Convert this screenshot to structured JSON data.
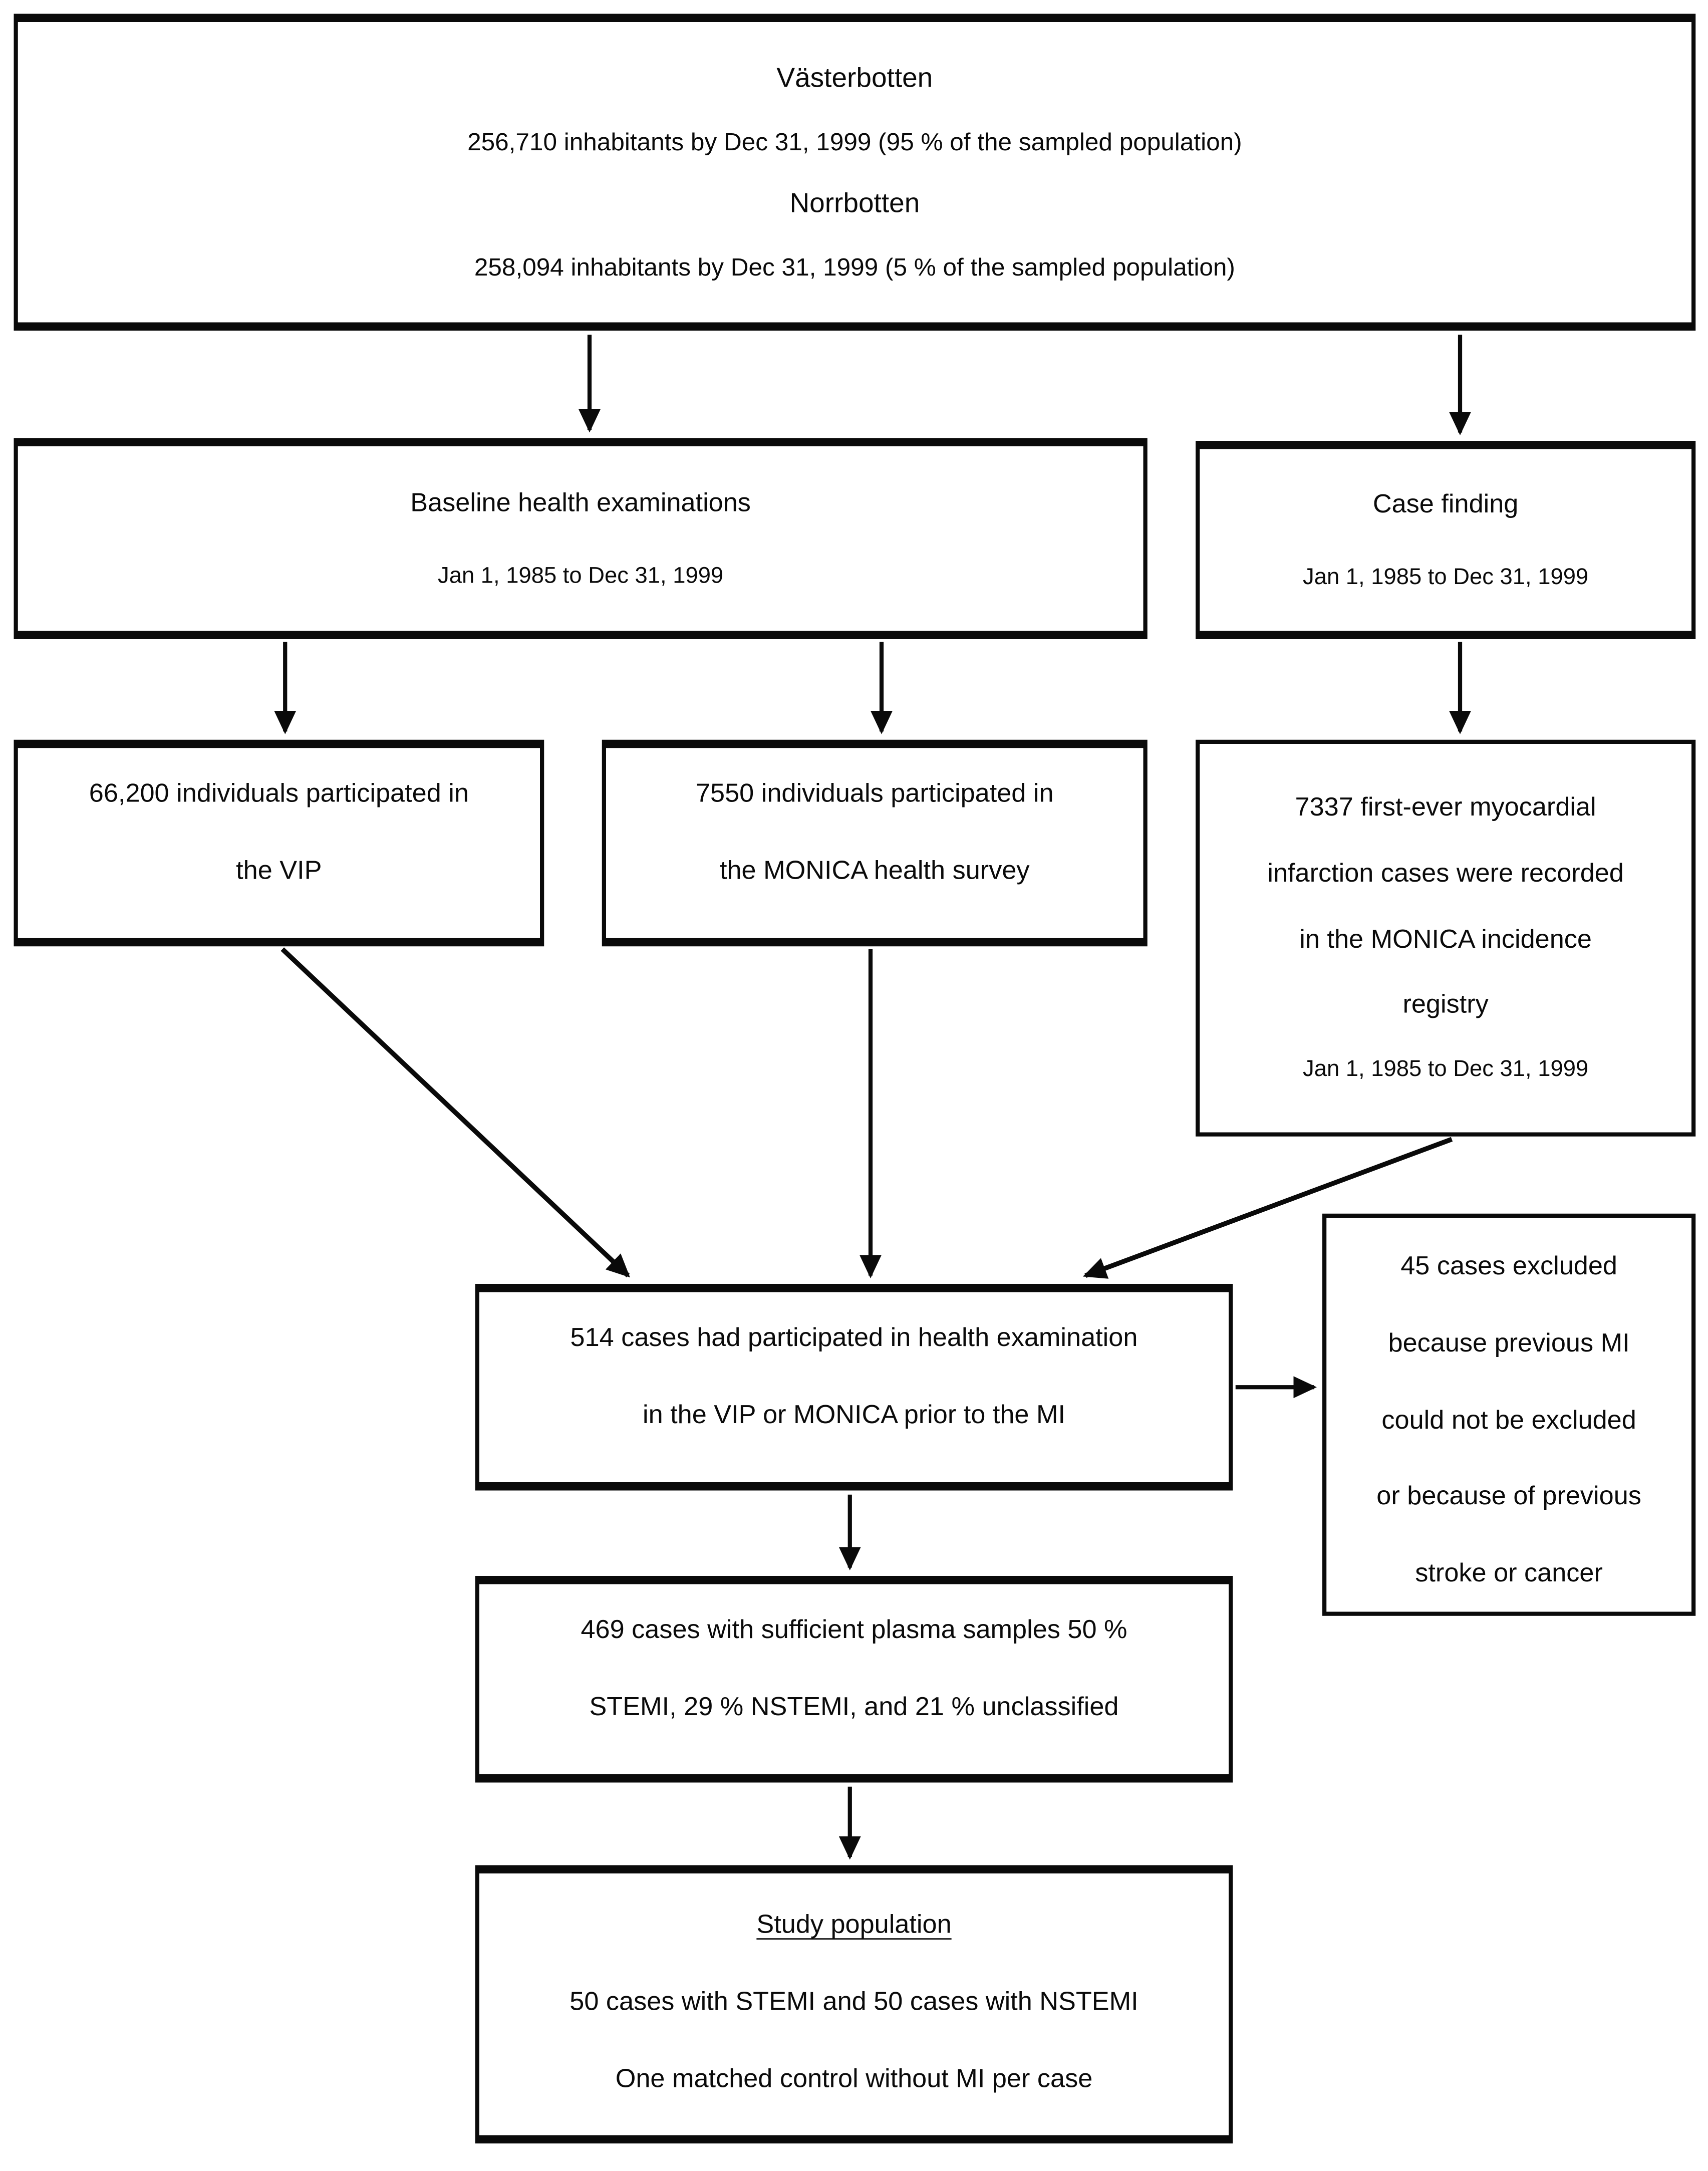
{
  "figure": {
    "background_color": "#ffffff",
    "line_color": "#0a0a0a"
  },
  "boxes": {
    "region": {
      "lines": [
        "Västerbotten",
        "256,710 inhabitants by Dec 31, 1999 (95 % of the sampled population)",
        "Norrbotten",
        "258,094 inhabitants by Dec 31, 1999 (5 % of the sampled population)"
      ]
    },
    "baseline": {
      "lines": [
        "Baseline health examinations",
        "Jan 1, 1985 to Dec 31, 1999"
      ]
    },
    "case_finding": {
      "lines": [
        "Case finding",
        "Jan 1, 1985 to Dec 31, 1999"
      ]
    },
    "vip": {
      "lines": [
        "66,200 individuals participated in",
        "the VIP"
      ]
    },
    "monica": {
      "lines": [
        "7550 individuals participated in",
        "the MONICA health survey"
      ]
    },
    "registry": {
      "lines": [
        "7337 first-ever myocardial",
        "infarction cases were recorded",
        "in the MONICA incidence",
        "registry",
        "Jan 1, 1985 to Dec 31, 1999"
      ]
    },
    "participated": {
      "lines": [
        "514 cases had participated in health examination",
        "in the VIP or MONICA prior to the MI"
      ]
    },
    "excluded": {
      "lines": [
        "45 cases excluded",
        "because previous MI",
        "could not be excluded",
        "or because of previous",
        "stroke or cancer"
      ]
    },
    "plasma": {
      "lines": [
        "469 cases with sufficient plasma samples 50 %",
        "STEMI, 29 % NSTEMI, and 21 % unclassified"
      ]
    },
    "study": {
      "title": "Study population",
      "lines": [
        "50 cases with STEMI and 50 cases with NSTEMI",
        "One matched control without MI per case"
      ]
    }
  }
}
